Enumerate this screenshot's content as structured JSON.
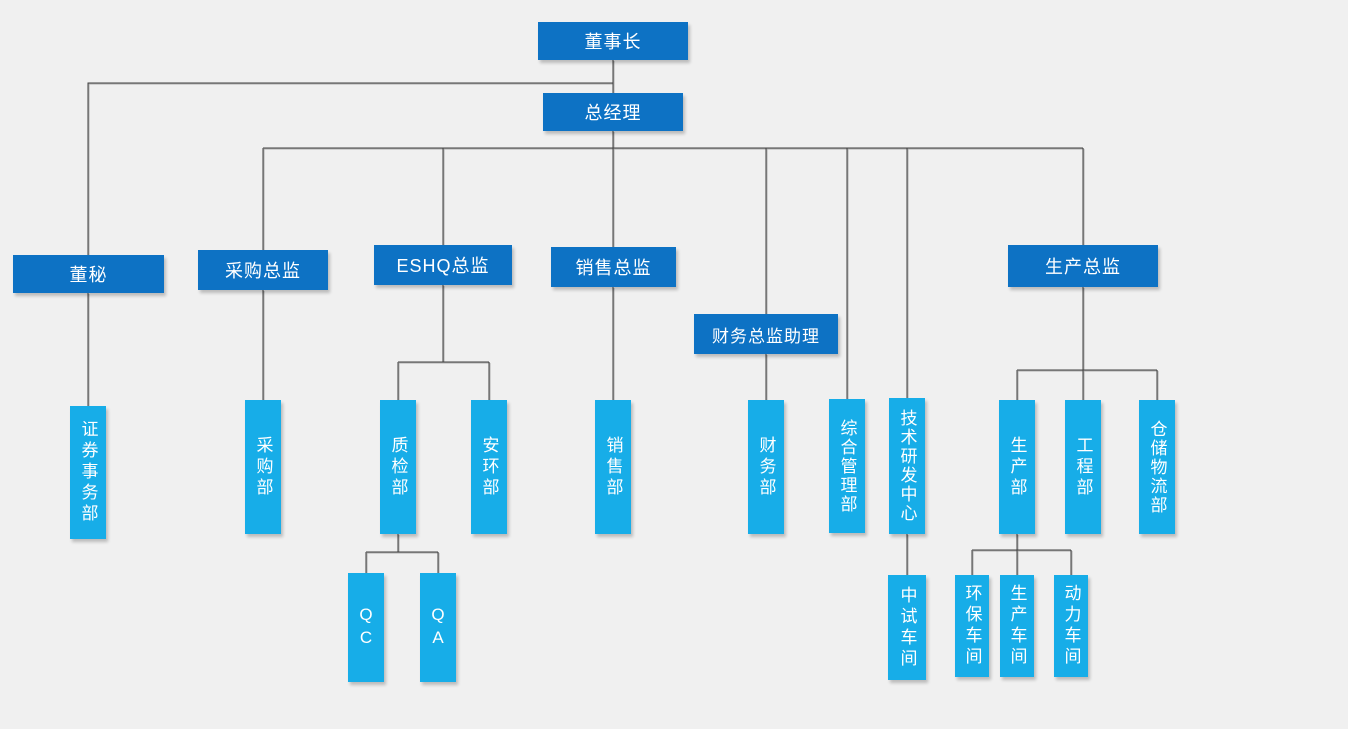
{
  "diagram_type": "org-chart",
  "nodes": {
    "chairman": {
      "label": "董事长"
    },
    "general_manager": {
      "label": "总经理"
    },
    "board_secretary": {
      "label": "董秘"
    },
    "procurement_director": {
      "label": "采购总监"
    },
    "eshq_director": {
      "label": "ESHQ总监"
    },
    "sales_director": {
      "label": "销售总监"
    },
    "finance_director_assistant": {
      "label": "财务总监助理"
    },
    "production_director": {
      "label": "生产总监"
    },
    "securities_affairs_dept": {
      "label": "证券事务部"
    },
    "procurement_dept": {
      "label": "采购部"
    },
    "quality_inspection_dept": {
      "label": "质检部"
    },
    "safety_environment_dept": {
      "label": "安环部"
    },
    "sales_dept": {
      "label": "销售部"
    },
    "finance_dept": {
      "label": "财务部"
    },
    "general_management_dept": {
      "label": "综合管理部"
    },
    "tech_rd_center": {
      "label": "技术研发中心"
    },
    "production_dept": {
      "label": "生产部"
    },
    "engineering_dept": {
      "label": "工程部"
    },
    "warehouse_logistics_dept": {
      "label": "仓储物流部"
    },
    "qc": {
      "label": "QC"
    },
    "qa": {
      "label": "QA"
    },
    "pilot_workshop": {
      "label": "中试车间"
    },
    "environmental_workshop": {
      "label": "环保车间"
    },
    "production_workshop": {
      "label": "生产车间"
    },
    "power_workshop": {
      "label": "动力车间"
    }
  },
  "hierarchy": {
    "chairman": [
      "general_manager",
      "board_secretary"
    ],
    "general_manager": [
      "procurement_director",
      "eshq_director",
      "sales_director",
      "finance_director_assistant",
      "general_management_dept",
      "tech_rd_center",
      "production_director"
    ],
    "board_secretary": [
      "securities_affairs_dept"
    ],
    "procurement_director": [
      "procurement_dept"
    ],
    "eshq_director": [
      "quality_inspection_dept",
      "safety_environment_dept"
    ],
    "sales_director": [
      "sales_dept"
    ],
    "finance_director_assistant": [
      "finance_dept"
    ],
    "production_director": [
      "production_dept",
      "engineering_dept",
      "warehouse_logistics_dept"
    ],
    "quality_inspection_dept": [
      "qc",
      "qa"
    ],
    "tech_rd_center": [
      "pilot_workshop"
    ],
    "production_dept": [
      "environmental_workshop",
      "production_workshop",
      "power_workshop"
    ]
  },
  "colors": {
    "management_box": "#0d72c4",
    "department_box": "#17ade8",
    "connector_line": "#404040",
    "background": "#f0f0f0",
    "text": "#ffffff"
  }
}
